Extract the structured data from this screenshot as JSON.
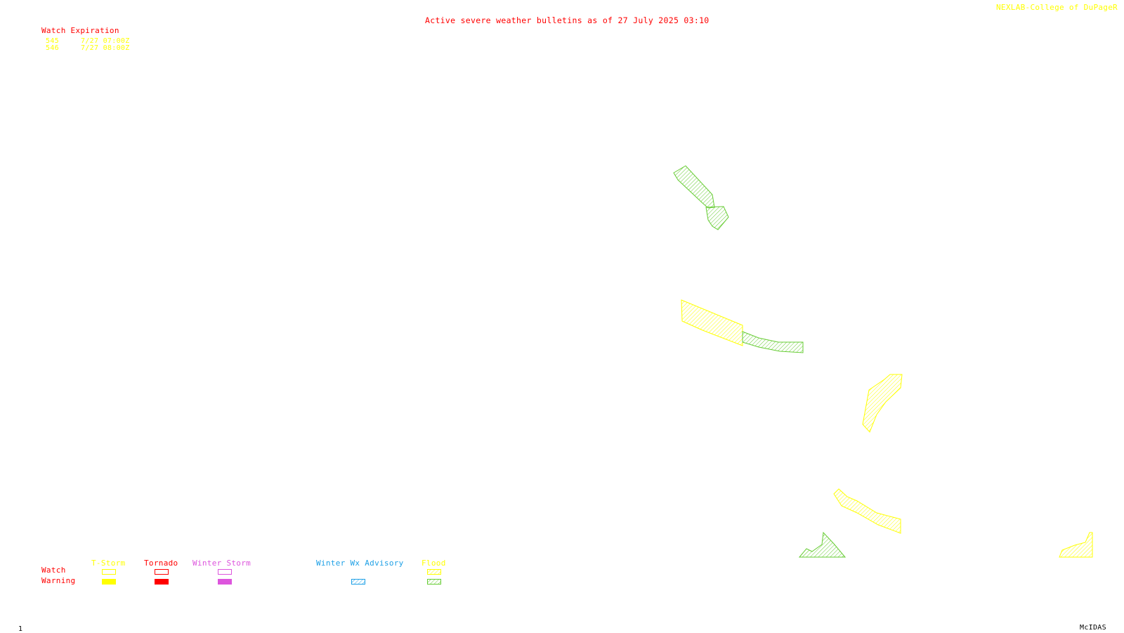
{
  "header": {
    "title": "Active severe weather bulletins as of 27 July 2025 03:10",
    "credit": "NEXLAB-College of DuPage"
  },
  "watch_expiration": {
    "heading": "Watch Expiration",
    "entries": [
      {
        "number": "545",
        "expires": "7/27 07:00Z"
      },
      {
        "number": "546",
        "expires": "7/27 08:00Z"
      }
    ]
  },
  "legend": {
    "row_labels": {
      "watch": "Watch",
      "warning": "Warning"
    },
    "categories": [
      {
        "label": "T-Storm",
        "color": "#ffff00",
        "watch_style": "outline",
        "warning_style": "solid"
      },
      {
        "label": "Tornado",
        "color": "#ff0000",
        "watch_style": "outline",
        "warning_style": "solid"
      },
      {
        "label": "Winter Storm",
        "color": "#dd55dd",
        "watch_style": "outline",
        "warning_style": "solid"
      },
      {
        "label": "Winter Wx Advisory",
        "color": "#1ea0e6",
        "watch_style": "none",
        "warning_style": "hatched"
      },
      {
        "label": "Flood",
        "color": "#ffff00",
        "watch_style": "hatched",
        "warning_style": "hatched",
        "warning_color": "#66cc33"
      }
    ]
  },
  "map_polygons": [
    {
      "type": "flood-warning",
      "color": "#66cc33"
    },
    {
      "type": "flood-warning",
      "color": "#66cc33"
    },
    {
      "type": "flood-watch",
      "color": "#ffff00"
    },
    {
      "type": "flood-warning",
      "color": "#66cc33"
    },
    {
      "type": "flood-watch",
      "color": "#ffff00"
    },
    {
      "type": "flood-watch",
      "color": "#ffff00"
    },
    {
      "type": "flood-warning",
      "color": "#66cc33"
    },
    {
      "type": "flood-watch",
      "color": "#ffff00"
    }
  ],
  "footer": {
    "frame_number": "1",
    "software": "McIDAS"
  }
}
